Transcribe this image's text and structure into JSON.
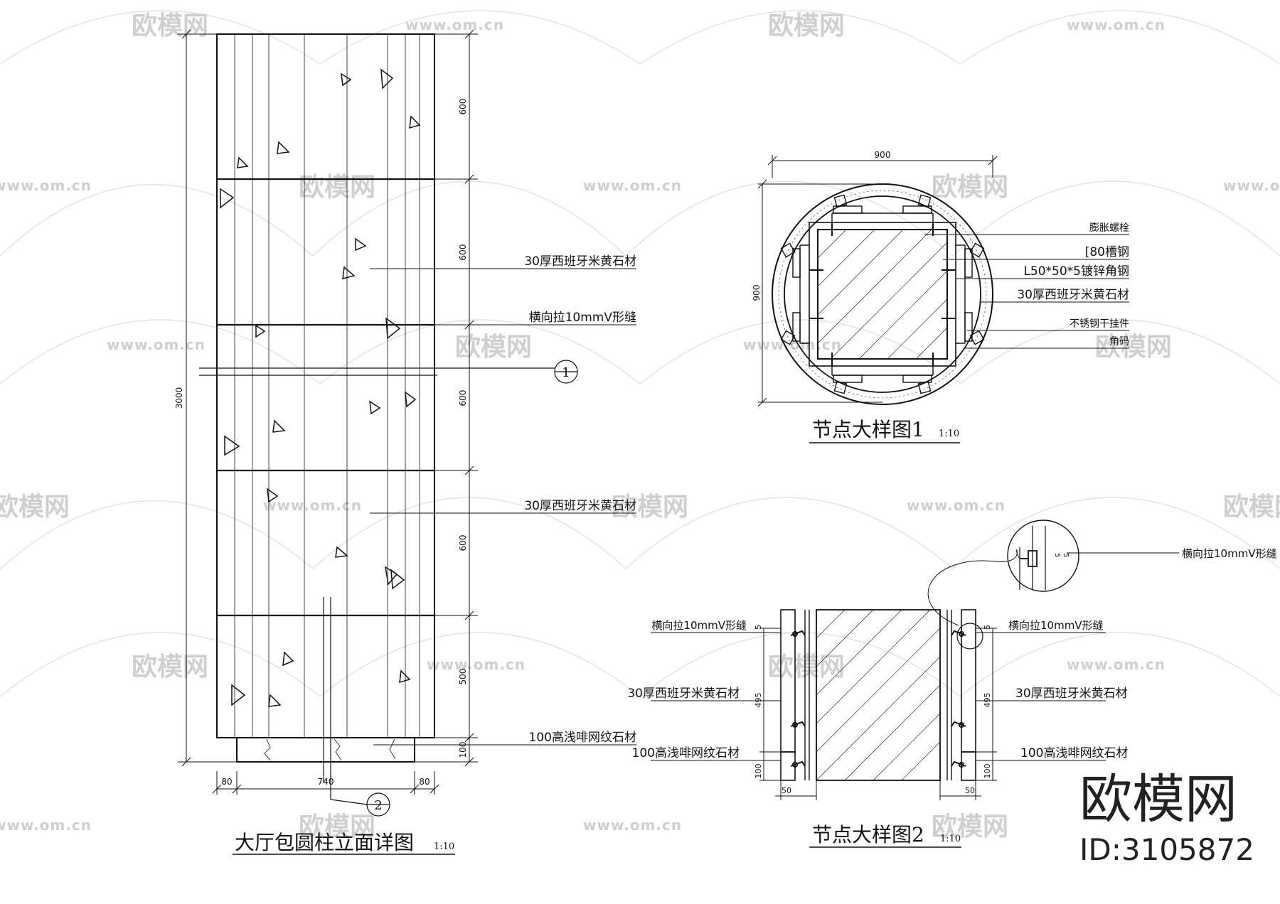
{
  "drawings": {
    "elevation": {
      "title": "大厅包圆柱立面详图",
      "scale": "1:10",
      "overall_height": "3000",
      "segments": [
        "600",
        "600",
        "600",
        "600",
        "500",
        "100"
      ],
      "bottom_dims": [
        "80",
        "740",
        "80"
      ],
      "labels": {
        "stone_upper": "30厚西班牙米黄石材",
        "v_joint": "横向拉10mmV形缝",
        "stone_lower": "30厚西班牙米黄石材",
        "base_stone": "100高浅啡网纹石材"
      },
      "section_markers": [
        "1",
        "2"
      ]
    },
    "node1": {
      "title": "节点大样图1",
      "scale": "1:10",
      "width_dim": "900",
      "height_dim": "900",
      "labels": [
        "膨胀螺栓",
        "[80槽钢",
        "L50*50*5镀锌角钢",
        "30厚西班牙米黄石材",
        "不锈钢干挂件",
        "角码"
      ]
    },
    "node2": {
      "title": "节点大样图2",
      "scale": "1:10",
      "detail_label": "横向拉10mmV形缝",
      "detail_dims": [
        "5",
        "5"
      ],
      "left_labels": [
        "横向拉10mmV形缝",
        "30厚西班牙米黄石材",
        "100高浅啡网纹石材"
      ],
      "right_labels": [
        "横向拉10mmV形缝",
        "30厚西班牙米黄石材",
        "100高浅啡网纹石材"
      ],
      "dims_vertical": [
        "5",
        "495",
        "100"
      ],
      "dims_bottom": [
        "50",
        "50"
      ]
    }
  },
  "watermark": {
    "text": "欧模网",
    "url": "www.om.cn"
  },
  "brand": {
    "name": "欧模网",
    "id": "ID:3105872"
  }
}
